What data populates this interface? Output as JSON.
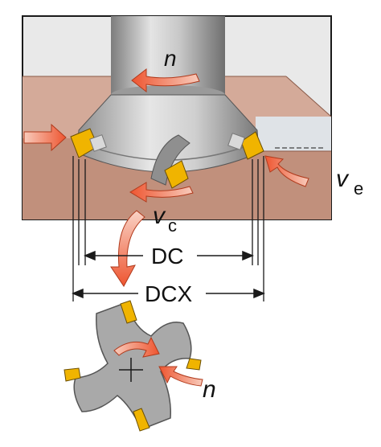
{
  "labels": {
    "spindle_rotation": "n",
    "feed_speed_symbol": "v",
    "feed_speed_sub": "e",
    "cutting_speed_symbol": "v",
    "cutting_speed_sub": "c",
    "cutting_diameter": "DC",
    "max_cutting_diameter": "DCX",
    "top_view_rotation": "n"
  },
  "colors": {
    "workpiece_top": "#d4aa99",
    "workpiece_front": "#c1907c",
    "tool_body": "#b8b8b8",
    "insert": "#f0b400",
    "arrow": "#f0603a",
    "line": "#1a1a1a"
  }
}
